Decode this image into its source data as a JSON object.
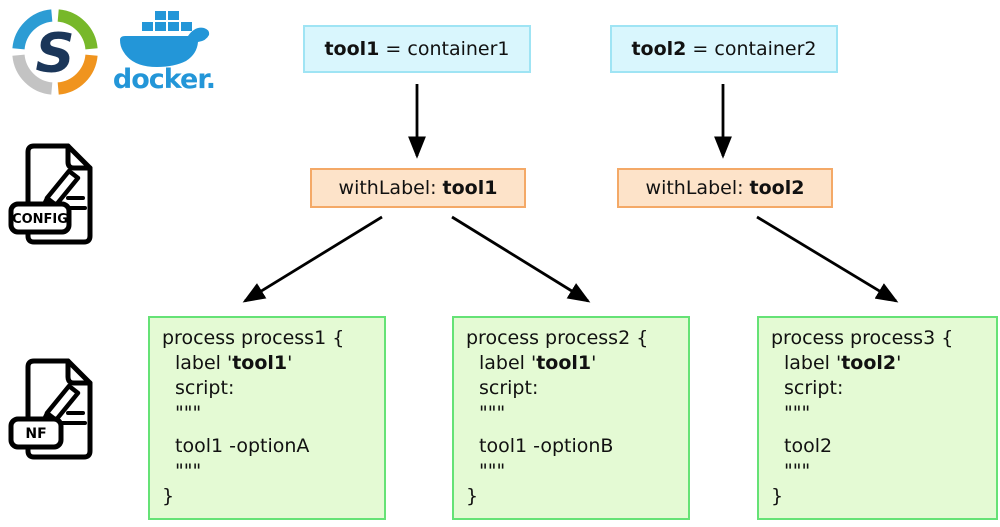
{
  "colors": {
    "cyan_fill": "#d9f6fd",
    "cyan_border": "#9fe4f4",
    "orange_fill": "#fde3c9",
    "orange_border": "#f4a967",
    "green_fill": "#e4fad4",
    "green_border": "#65e276",
    "docker_blue": "#2396d8",
    "singularity_navy": "#1b3659",
    "singularity_blue": "#2c9cd4",
    "singularity_green": "#77b82a",
    "singularity_orange": "#f0941e",
    "singularity_gray": "#c3c3c3",
    "arrow_black": "#000000"
  },
  "logos": {
    "singularity_letter": "S",
    "docker_wordmark": "docker."
  },
  "file_icons": [
    {
      "badge": "CONFIG"
    },
    {
      "badge": "NF"
    }
  ],
  "tool_boxes": [
    {
      "bold": "tool1",
      "rest": " = container1"
    },
    {
      "bold": "tool2",
      "rest": " = container2"
    }
  ],
  "label_boxes": [
    {
      "prefix": "withLabel: ",
      "bold": "tool1"
    },
    {
      "prefix": "withLabel: ",
      "bold": "tool2"
    }
  ],
  "process_boxes": [
    {
      "header": "process process1 {",
      "label_prefix": "label '",
      "label_bold": "tool1",
      "label_suffix": "'",
      "script_line": "script:",
      "quote_open": "\"\"\"",
      "command": "tool1 -optionA",
      "quote_close": "\"\"\"",
      "footer": "}"
    },
    {
      "header": "process process2 {",
      "label_prefix": "label '",
      "label_bold": "tool1",
      "label_suffix": "'",
      "script_line": "script:",
      "quote_open": "\"\"\"",
      "command": "tool1 -optionB",
      "quote_close": "\"\"\"",
      "footer": "}"
    },
    {
      "header": "process process3 {",
      "label_prefix": "label '",
      "label_bold": "tool2",
      "label_suffix": "'",
      "script_line": "script:",
      "quote_open": "\"\"\"",
      "command": "tool2",
      "quote_close": "\"\"\"",
      "footer": "}"
    }
  ]
}
